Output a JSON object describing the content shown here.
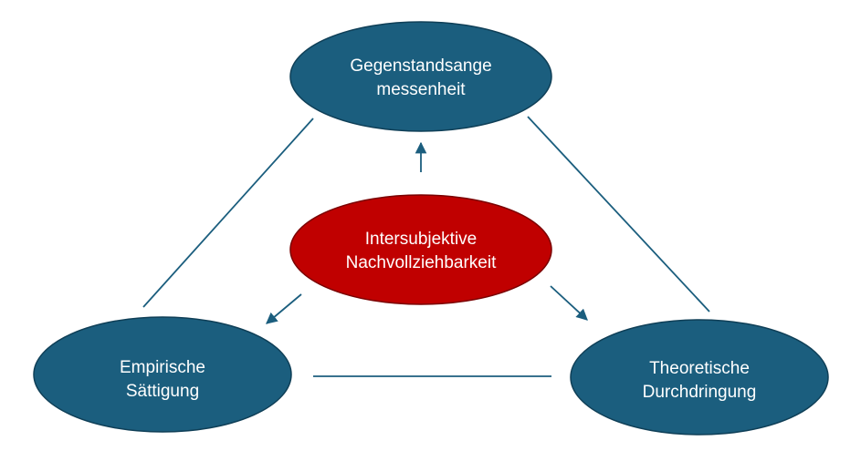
{
  "colors": {
    "outer_node_fill": "#1b5e7e",
    "outer_node_stroke": "#0f3f57",
    "center_node_fill": "#c00000",
    "center_node_stroke": "#7a0000",
    "connector": "#1b5e7e",
    "text": "#ffffff"
  },
  "nodes": {
    "top": {
      "line1": "Gegenstandsange",
      "line2": "messenheit"
    },
    "center": {
      "line1": "Intersubjektive",
      "line2": "Nachvollziehbarkeit"
    },
    "left": {
      "line1": "Empirische",
      "line2": "Sättigung"
    },
    "right": {
      "line1": "Theoretische",
      "line2": "Durchdringung"
    }
  },
  "edges": [
    {
      "from": "top",
      "to": "left",
      "kind": "line"
    },
    {
      "from": "top",
      "to": "right",
      "kind": "line"
    },
    {
      "from": "left",
      "to": "right",
      "kind": "line"
    },
    {
      "from": "center",
      "to": "top",
      "kind": "arrow"
    },
    {
      "from": "center",
      "to": "left",
      "kind": "arrow"
    },
    {
      "from": "center",
      "to": "right",
      "kind": "arrow"
    }
  ]
}
